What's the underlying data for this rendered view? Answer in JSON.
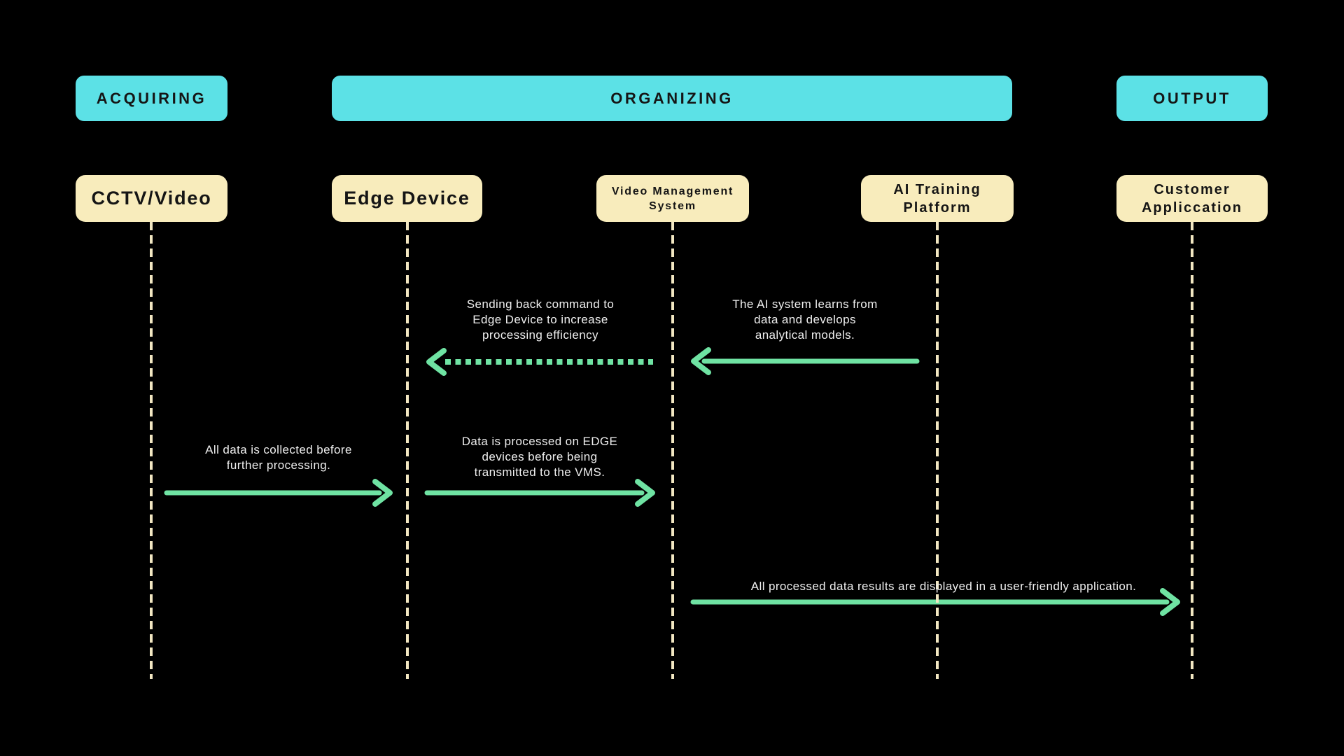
{
  "colors": {
    "phase_fill": "#5CE1E6",
    "actor_fill": "#F8ECBC",
    "arrow_green": "#6FE3A3",
    "lifeline": "#F2E7C2",
    "box_text": "#151515",
    "label_text": "#EFEFEF",
    "bg": "#000000"
  },
  "phases": [
    {
      "id": "acquiring",
      "label": "ACQUIRING"
    },
    {
      "id": "organizing",
      "label": "ORGANIZING"
    },
    {
      "id": "output",
      "label": "OUTPUT"
    }
  ],
  "actors": [
    {
      "id": "cctv",
      "label": "CCTV/Video"
    },
    {
      "id": "edge",
      "label": "Edge Device"
    },
    {
      "id": "vms",
      "label": "Video Management\nSystem"
    },
    {
      "id": "ai",
      "label": "AI Training\nPlatform"
    },
    {
      "id": "customer",
      "label": "Customer\nAppliccation"
    }
  ],
  "messages": [
    {
      "id": "send-back-command",
      "label": "Sending back command to\nEdge Device to increase\nprocessing efficiency",
      "style": "dotted",
      "direction": "left",
      "from": "vms",
      "to": "edge"
    },
    {
      "id": "ai-learns",
      "label": "The AI system learns from\ndata and develops\nanalytical models.",
      "style": "solid",
      "direction": "left",
      "from": "ai",
      "to": "vms"
    },
    {
      "id": "data-collected",
      "label": "All data is collected before\nfurther processing.",
      "style": "solid",
      "direction": "right",
      "from": "cctv",
      "to": "edge"
    },
    {
      "id": "data-processed",
      "label": "Data is processed on EDGE\ndevices before being\ntransmitted to the VMS.",
      "style": "solid",
      "direction": "right",
      "from": "edge",
      "to": "vms"
    },
    {
      "id": "results-displayed",
      "label": "All processed data results are displayed in a user-friendly application.",
      "style": "solid",
      "direction": "right",
      "from": "vms",
      "to": "customer"
    }
  ]
}
